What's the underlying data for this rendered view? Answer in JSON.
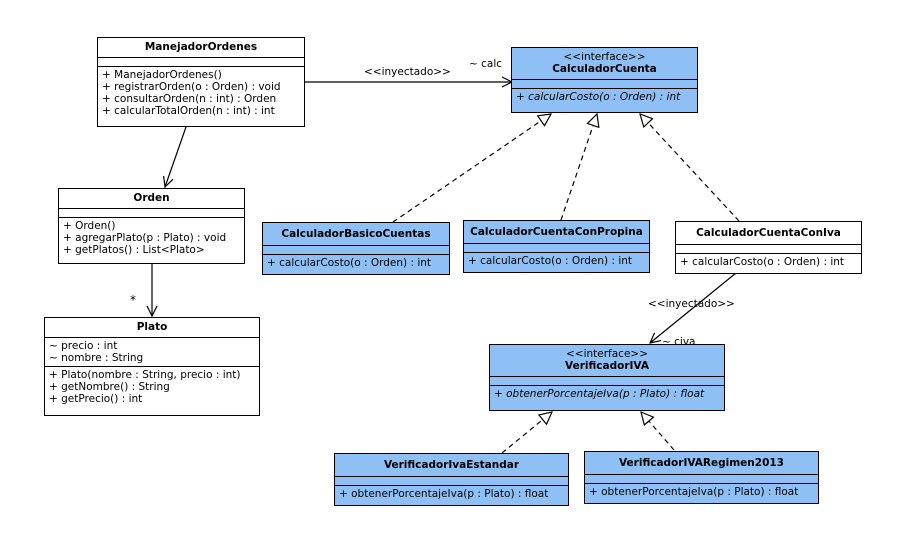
{
  "classes": {
    "manejador": {
      "name": "ManejadorOrdenes",
      "attributes": [],
      "operations": [
        "+ ManejadorOrdenes()",
        "+ registrarOrden(o : Orden) : void",
        "+ consultarOrden(n : int) : Orden",
        "+ calcularTotalOrden(n : int) : int"
      ]
    },
    "orden": {
      "name": "Orden",
      "attributes": [],
      "operations": [
        "+ Orden()",
        "+ agregarPlato(p : Plato) : void",
        "+ getPlatos() : List<Plato>"
      ]
    },
    "plato": {
      "name": "Plato",
      "attributes": [
        "~ precio : int",
        "~ nombre : String"
      ],
      "operations": [
        "+ Plato(nombre : String, precio : int)",
        "+ getNombre() : String",
        "+ getPrecio() : int"
      ]
    },
    "calculador_cuenta": {
      "stereotype": "<<interface>>",
      "name": "CalculadorCuenta",
      "operations": [
        "+ calcularCosto(o : Orden) : int"
      ]
    },
    "calculador_basico": {
      "name": "CalculadorBasicoCuentas",
      "operations": [
        "+ calcularCosto(o : Orden) : int"
      ]
    },
    "calculador_propina": {
      "name": "CalculadorCuentaConPropina",
      "operations": [
        "+ calcularCosto(o : Orden) : int"
      ]
    },
    "calculador_iva": {
      "name": "CalculadorCuentaConIva",
      "operations": [
        "+ calcularCosto(o : Orden) : int"
      ]
    },
    "verificador_iva": {
      "stereotype": "<<interface>>",
      "name": "VerificadorIVA",
      "operations": [
        "+ obtenerPorcentajeIva(p : Plato) : float"
      ]
    },
    "verificador_estandar": {
      "name": "VerificadorIvaEstandar",
      "operations": [
        "+ obtenerPorcentajeIva(p : Plato) : float"
      ]
    },
    "verificador_regimen": {
      "name": "VerificadorIVARegimen2013",
      "operations": [
        "+ obtenerPorcentajeIva(p : Plato) : float"
      ]
    }
  },
  "labels": {
    "injected_1": "<<inyectado>>",
    "role_calc": "~ calc",
    "multiplicity_star": "*",
    "injected_2": "<<inyectado>>",
    "role_civa": "~ civa"
  },
  "colors": {
    "interface_fill": "#8fc0f5",
    "class_fill": "#ffffff",
    "line": "#000000"
  }
}
